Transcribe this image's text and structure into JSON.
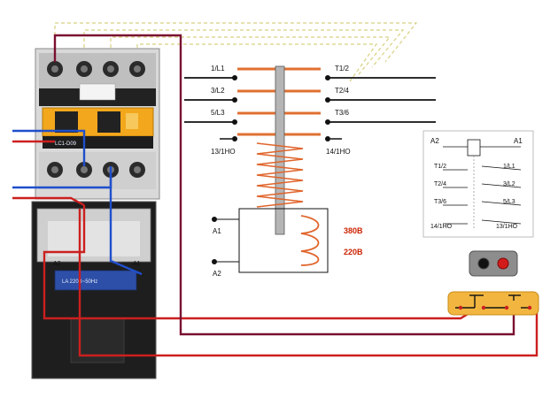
{
  "colors": {
    "wire_red": "#cc1f1f",
    "wire_blue": "#1f4fcc",
    "wire_dark_red": "#7a1030",
    "wire_yellow_dashed": "#d8d080",
    "coil_spring": "#e0642a",
    "contact_bar": "#e07030",
    "switch_body": "#f2b640"
  },
  "terminals_left": {
    "l1": "1/L1",
    "l2": "3/L2",
    "l3": "5/L3",
    "nc": "13/1HO"
  },
  "terminals_right": {
    "t1": "T1/2",
    "t2": "T2/4",
    "t3": "T3/6",
    "nc": "14/1HO"
  },
  "coil": {
    "a1": "A1",
    "a2": "A2",
    "voltage_380": "380B",
    "voltage_220": "220B"
  },
  "schematic": {
    "a2": "A2",
    "a1": "A1",
    "rows": [
      {
        "left": "T1/2",
        "right": "1/L1"
      },
      {
        "left": "T2/4",
        "right": "3/L2"
      },
      {
        "left": "T3/6",
        "right": "5/L3"
      },
      {
        "left": "14/1HO",
        "right": "13/1HO"
      }
    ]
  },
  "photo": {
    "label_plate": "LC1-D09",
    "coil_plate": "LA 220B~50Hz",
    "coil_a2": "A2",
    "coil_a1": "A1"
  },
  "switch_buttons": {
    "stop_icon": "black-button-icon",
    "start_icon": "red-button-icon"
  }
}
